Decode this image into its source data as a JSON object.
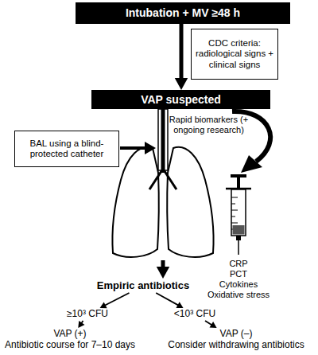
{
  "diagram": {
    "nodes": [
      {
        "text": [
          "Intubation + MV ≥48 h"
        ]
      },
      {
        "text": [
          "CDC criteria: radiological signs + clinical signs"
        ]
      },
      {
        "text": [
          "VAP suspected"
        ]
      },
      {
        "text": [
          "BAL using a blind-protected catheter"
        ]
      },
      {
        "text": [
          "Empiric antibiotics"
        ]
      },
      {
        "text": [
          "≥10³ CFU"
        ]
      },
      {
        "text": [
          "<10³ CFU"
        ]
      },
      {
        "text": [
          "VAP (+)",
          "Antibiotic course for 7–10 days"
        ]
      },
      {
        "text": [
          "VAP (–)",
          "Consider withdrawing antibiotics"
        ]
      }
    ],
    "edges": [
      {
        "from": 0,
        "to": 2,
        "arrow": "to"
      },
      {
        "from": 2,
        "to": 4,
        "arrow": "to"
      },
      {
        "from": 4,
        "to": 5,
        "arrow": "to"
      },
      {
        "from": 4,
        "to": 6,
        "arrow": "to"
      },
      {
        "from": 5,
        "to": 7,
        "arrow": "to"
      },
      {
        "from": 6,
        "to": 8,
        "arrow": "to"
      }
    ],
    "labels": [
      "Rapid biomarkers (+ ongoing research)",
      "CRP",
      "PCT",
      "Cytokines",
      "Oxidative stress"
    ]
  }
}
